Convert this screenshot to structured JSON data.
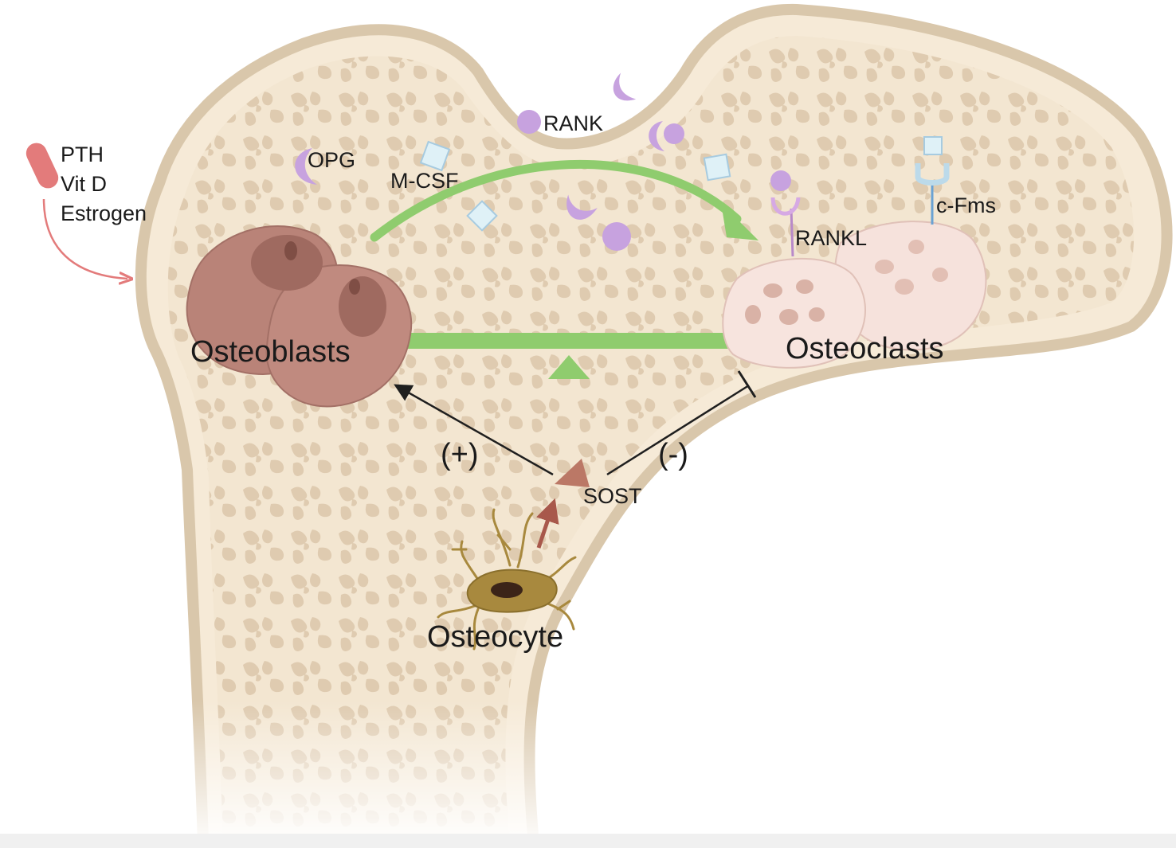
{
  "labels": {
    "hormones": [
      "PTH",
      "Vit D",
      "Estrogen"
    ],
    "opg": "OPG",
    "mcsf": "M-CSF",
    "rank": "RANK",
    "rankl": "RANKL",
    "cfms": "c-Fms",
    "osteoblasts": "Osteoblasts",
    "osteoclasts": "Osteoclasts",
    "osteocyte": "Osteocyte",
    "sost": "SOST",
    "plus": "(+)",
    "minus": "(-)"
  },
  "colors": {
    "bone_outline": "#d9c7ab",
    "bone_fill": "#f4e9d6",
    "trabecular": "#e0cdb2",
    "green": "#8fcc6e",
    "purple": "#c7a2df",
    "cyan": "#dff1f7",
    "osteoblast": "#b98378",
    "osteoclast": "#f6e2dc",
    "osteocyte": "#a8893e",
    "sost_triangle": "#bb7866",
    "hormone_arrow": "#e37b7b"
  }
}
